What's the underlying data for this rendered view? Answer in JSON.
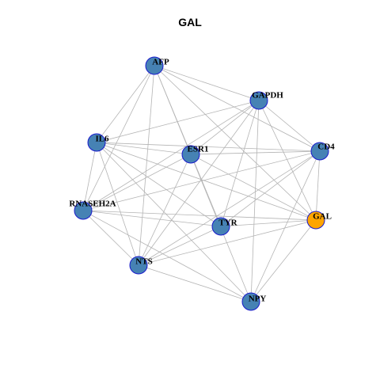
{
  "title": "GAL",
  "colors": {
    "node_default": "#4682b4",
    "node_highlight": "#ffa500",
    "node_border": "#1a1acd",
    "edge": "#b4b4b4"
  },
  "nodes": [
    {
      "id": "AFP",
      "label": "AFP",
      "highlight": false
    },
    {
      "id": "GAPDH",
      "label": "GAPDH",
      "highlight": false
    },
    {
      "id": "IL6",
      "label": "IL6",
      "highlight": false
    },
    {
      "id": "ESR1",
      "label": "ESR1",
      "highlight": false
    },
    {
      "id": "CD4",
      "label": "CD4",
      "highlight": false
    },
    {
      "id": "RNASEH2A",
      "label": "RNASEH2A",
      "highlight": false
    },
    {
      "id": "GAL",
      "label": "GAL",
      "highlight": true
    },
    {
      "id": "TYR",
      "label": "TYR",
      "highlight": false
    },
    {
      "id": "NTS",
      "label": "NTS",
      "highlight": false
    },
    {
      "id": "NPY",
      "label": "NPY",
      "highlight": false
    }
  ],
  "edges": [
    [
      "AFP",
      "GAPDH"
    ],
    [
      "AFP",
      "CD4"
    ],
    [
      "AFP",
      "IL6"
    ],
    [
      "AFP",
      "RNASEH2A"
    ],
    [
      "AFP",
      "NTS"
    ],
    [
      "AFP",
      "TYR"
    ],
    [
      "AFP",
      "NPY"
    ],
    [
      "AFP",
      "GAL"
    ],
    [
      "GAPDH",
      "IL6"
    ],
    [
      "GAPDH",
      "ESR1"
    ],
    [
      "GAPDH",
      "CD4"
    ],
    [
      "GAPDH",
      "RNASEH2A"
    ],
    [
      "GAPDH",
      "NTS"
    ],
    [
      "GAPDH",
      "TYR"
    ],
    [
      "GAPDH",
      "NPY"
    ],
    [
      "GAPDH",
      "GAL"
    ],
    [
      "IL6",
      "ESR1"
    ],
    [
      "IL6",
      "CD4"
    ],
    [
      "IL6",
      "RNASEH2A"
    ],
    [
      "IL6",
      "NTS"
    ],
    [
      "IL6",
      "TYR"
    ],
    [
      "IL6",
      "NPY"
    ],
    [
      "IL6",
      "GAL"
    ],
    [
      "ESR1",
      "CD4"
    ],
    [
      "ESR1",
      "RNASEH2A"
    ],
    [
      "ESR1",
      "NTS"
    ],
    [
      "ESR1",
      "GAL"
    ],
    [
      "CD4",
      "RNASEH2A"
    ],
    [
      "CD4",
      "NTS"
    ],
    [
      "CD4",
      "TYR"
    ],
    [
      "CD4",
      "NPY"
    ],
    [
      "CD4",
      "GAL"
    ],
    [
      "RNASEH2A",
      "NTS"
    ],
    [
      "RNASEH2A",
      "TYR"
    ],
    [
      "RNASEH2A",
      "GAL"
    ],
    [
      "RNASEH2A",
      "NPY"
    ],
    [
      "TYR",
      "GAL"
    ],
    [
      "TYR",
      "NTS"
    ],
    [
      "NTS",
      "NPY"
    ],
    [
      "NTS",
      "GAL"
    ],
    [
      "NPY",
      "GAL"
    ]
  ]
}
